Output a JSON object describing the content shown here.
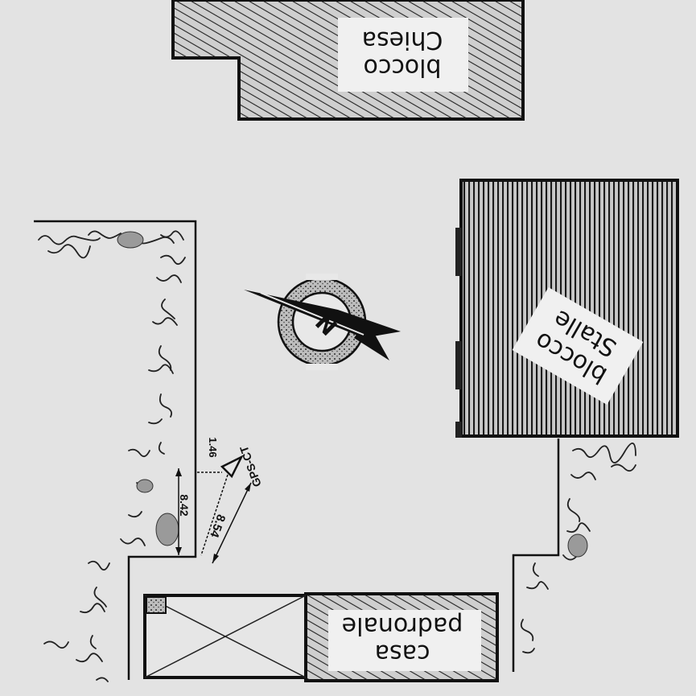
{
  "buildings": {
    "chiesa": {
      "line1": "blocco",
      "line2": "Chiesa"
    },
    "stalle": {
      "line1": "blocco",
      "line2": "Stalle"
    },
    "casa": {
      "line1": "casa",
      "line2": "padronale"
    }
  },
  "survey": {
    "station": "GPS-CT",
    "dist_a": "8.54",
    "dist_b": "8.42",
    "dist_c": "1.46"
  },
  "compass": {
    "letter": "N"
  },
  "colors": {
    "background": "#e3e3e3",
    "ink": "#111111",
    "label_bg": "#f0f0f0"
  }
}
